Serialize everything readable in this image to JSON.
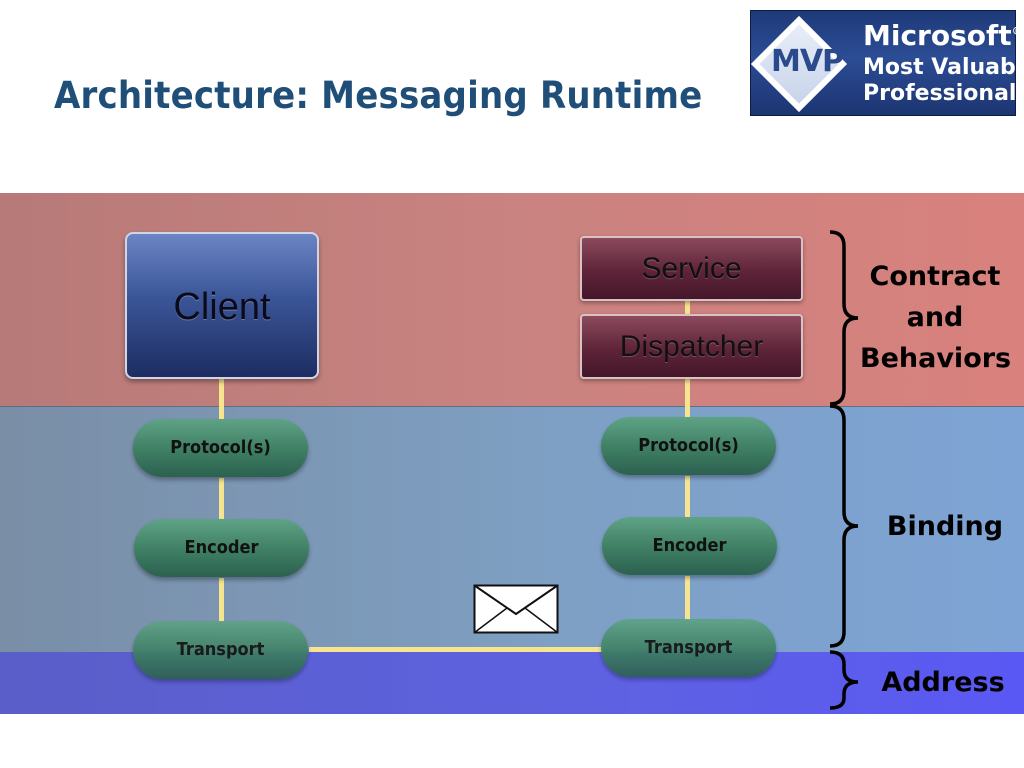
{
  "slide": {
    "title": "Architecture: Messaging Runtime"
  },
  "badge": {
    "mark": "MVP",
    "line1": "Microsoft",
    "registered": "®",
    "line2": "Most Valuable",
    "line3": "Professional"
  },
  "client_side": {
    "client_label": "Client",
    "protocol_label": "Protocol(s)",
    "encoder_label": "Encoder",
    "transport_label": "Transport"
  },
  "service_side": {
    "service_label": "Service",
    "dispatcher_label": "Dispatcher",
    "protocol_label": "Protocol(s)",
    "encoder_label": "Encoder",
    "transport_label": "Transport"
  },
  "layers": {
    "contract_line1": "Contract",
    "contract_line2": "and",
    "contract_line3": "Behaviors",
    "binding": "Binding",
    "address": "Address"
  },
  "colors": {
    "title": "#1f4e79",
    "contract_band": "#c98380",
    "binding_band": "#7ea0c4",
    "address_band": "#5e62e2",
    "wire": "#f6e48f",
    "pill": "#3e7e63",
    "client": "#3a5597",
    "service": "#5e2438"
  },
  "icons": {
    "message": "envelope-icon"
  }
}
